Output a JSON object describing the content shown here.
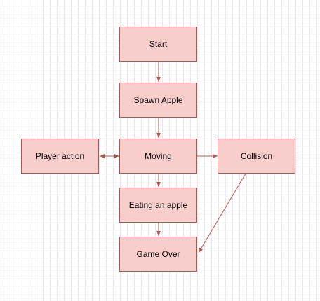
{
  "diagram": {
    "nodes": {
      "start": "Start",
      "spawn_apple": "Spawn Apple",
      "moving": "Moving",
      "player_action": "Player action",
      "collision": "Collision",
      "eating_apple": "Eating an apple",
      "game_over": "Game Over"
    },
    "edges": [
      {
        "from": "start",
        "to": "spawn_apple"
      },
      {
        "from": "spawn_apple",
        "to": "moving"
      },
      {
        "from": "moving",
        "to": "player_action",
        "bidirectional": true
      },
      {
        "from": "moving",
        "to": "collision"
      },
      {
        "from": "moving",
        "to": "eating_apple"
      },
      {
        "from": "eating_apple",
        "to": "game_over"
      },
      {
        "from": "collision",
        "to": "game_over"
      }
    ],
    "colors": {
      "fill": "#f8cecc",
      "stroke": "#b85450"
    }
  }
}
